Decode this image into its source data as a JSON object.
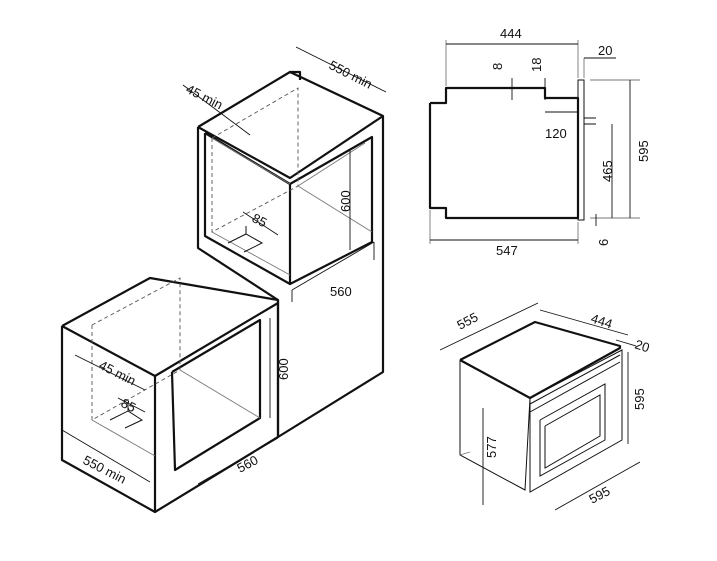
{
  "labels": {
    "tall_cab_depth": "550 min",
    "tall_cab_gap": "45 min",
    "tall_cab_vent": "85",
    "tall_cab_height": "600",
    "tall_cab_width": "560",
    "low_cab_gap": "45 min",
    "low_cab_vent": "85",
    "low_cab_height": "600",
    "low_cab_width": "560",
    "low_cab_depth": "550 min",
    "side_total_width": "444",
    "side_gap_8": "8",
    "side_gap_18": "18",
    "side_front_20": "20",
    "side_120": "120",
    "side_465": "465",
    "side_595": "595",
    "side_6": "6",
    "side_547": "547",
    "iso_555": "555",
    "iso_444": "444",
    "iso_20": "20",
    "iso_595_h": "595",
    "iso_577": "577",
    "iso_595_w": "595"
  }
}
